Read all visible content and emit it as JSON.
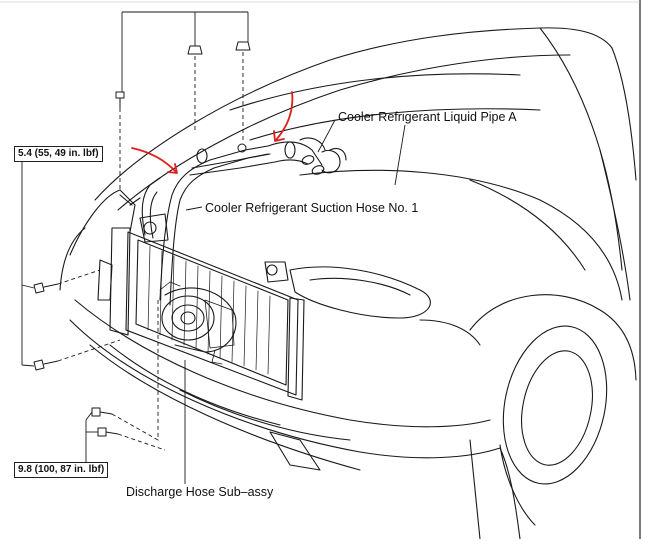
{
  "labels": {
    "liquid_pipe": "Cooler Refrigerant Liquid Pipe A",
    "suction_hose": "Cooler Refrigerant Suction Hose No. 1",
    "discharge_hose": "Discharge Hose Sub–assy"
  },
  "torque": {
    "upper": "5.4 (55, 49 in. lbf)",
    "lower": "9.8 (100, 87 in. lbf)"
  },
  "colors": {
    "line": "#1a1a1a",
    "annotation_arrow": "#e0201c"
  }
}
